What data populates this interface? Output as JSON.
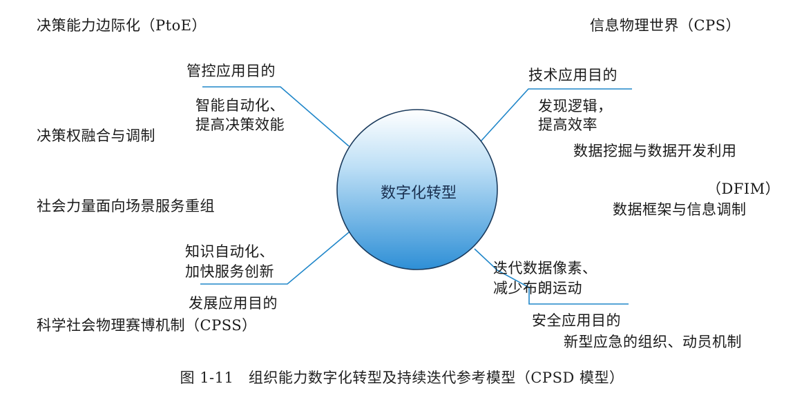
{
  "center": {
    "label": "数字化转型"
  },
  "colors": {
    "circle_top": "#ffffff",
    "circle_bottom": "#2e8fd6",
    "line": "#1f86c9",
    "text": "#1a1a1a"
  },
  "quadrants": {
    "top_left": {
      "corner_title": "决策能力边际化（PtoE）",
      "branch_title": "管控应用目的",
      "branch_detail_1": "智能自动化、",
      "branch_detail_2": "提高决策效能",
      "sub_item": "决策权融合与调制"
    },
    "top_right": {
      "corner_title": "信息物理世界（CPS）",
      "branch_title": "技术应用目的",
      "branch_detail_1": "发现逻辑，",
      "branch_detail_2": "提高效率",
      "sub_item": "数据挖掘与数据开发利用"
    },
    "middle_right": {
      "corner_title": "（DFIM）",
      "sub_item": "数据框架与信息调制"
    },
    "bottom_left": {
      "sub_item": "社会力量面向场景服务重组",
      "branch_detail_1": "知识自动化、",
      "branch_detail_2": "加快服务创新",
      "branch_title": "发展应用目的",
      "corner_title": "科学社会物理赛博机制（CPSS）"
    },
    "bottom_right": {
      "branch_detail_1": "迭代数据像素、",
      "branch_detail_2": "减少布朗运动",
      "branch_title": "安全应用目的",
      "sub_item": "新型应急的组织、动员机制"
    }
  },
  "caption": "图 1-11　组织能力数字化转型及持续迭代参考模型（CPSD 模型）"
}
